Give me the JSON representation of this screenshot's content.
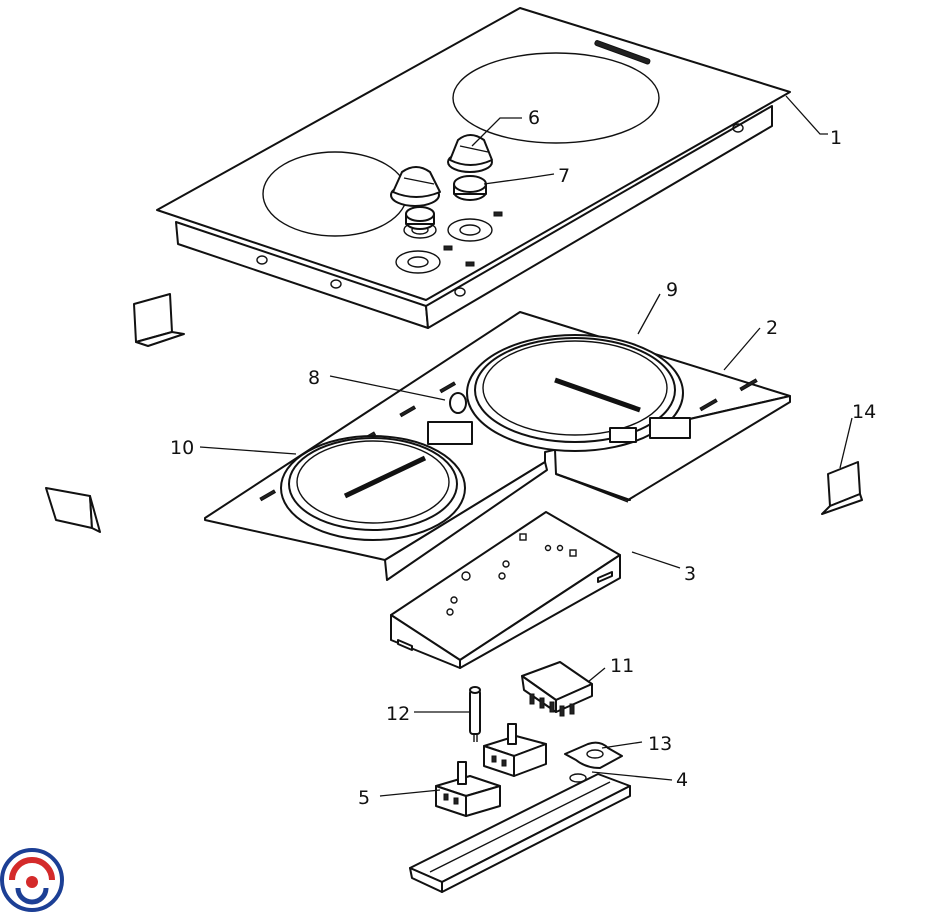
{
  "diagram": {
    "callouts": {
      "c1": "1",
      "c2": "2",
      "c3": "3",
      "c4": "4",
      "c5": "5",
      "c6": "6",
      "c7": "7",
      "c8": "8",
      "c9": "9",
      "c10": "10",
      "c11": "11",
      "c12": "12",
      "c13": "13",
      "c14": "14"
    }
  },
  "colors": {
    "line": "#111111",
    "logo_red": "#d42a2a",
    "logo_blue": "#1c3f95"
  }
}
